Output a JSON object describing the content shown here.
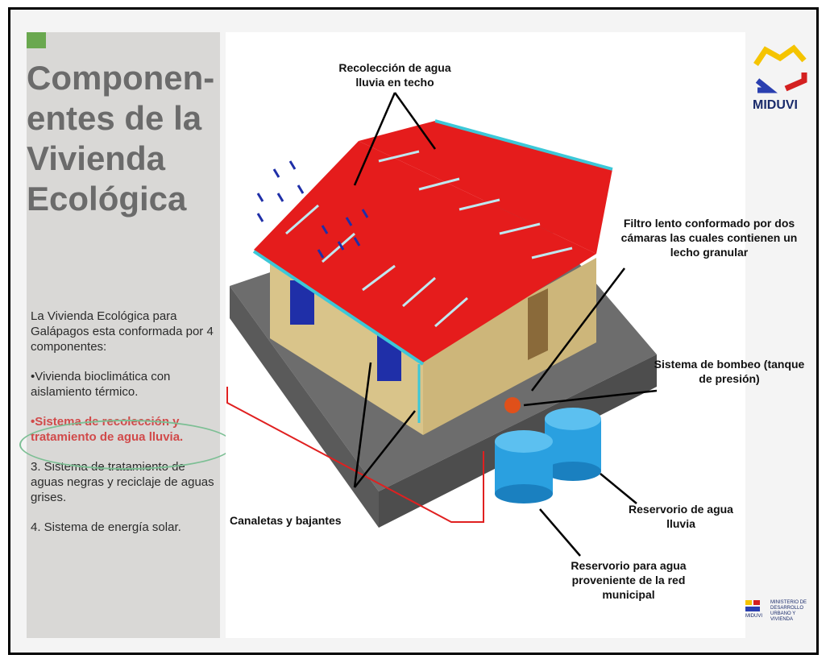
{
  "title_lines": [
    "Componen-",
    "entes de la",
    "Vivienda",
    "Ecológica"
  ],
  "intro": "La Vivienda Ecológica para Galápagos esta conformada por 4 componentes:",
  "items": [
    "•Vivienda bioclimática con aislamiento térmico.",
    "•Sistema de recolección y tratamiento de agua lluvia.",
    "3. Sistema de tratamiento de aguas negras y reciclaje de aguas grises.",
    "4. Sistema de energía solar."
  ],
  "diagram_labels": {
    "roof": "Recolección de agua lluvia en techo",
    "filter": "Filtro lento conformado por dos cámaras las cuales contienen un lecho granular",
    "pump": "Sistema de bombeo (tanque de presión)",
    "gutters": "Canaletas y bajantes",
    "rain_reservoir": "Reservorio de agua lluvia",
    "municipal_reservoir": "Reservorio para agua proveniente de la red municipal"
  },
  "logo": "MIDUVI",
  "footer_logo": "MINISTERIO DE DESARROLLO URBANO Y VIVIENDA",
  "footer_logo_short": "MIDUVI",
  "colors": {
    "roof": "#e51c1c",
    "walls": "#d9c48a",
    "tank": "#2aa0e0",
    "highlight": "#d14a4a",
    "ellipse": "#7cbf94"
  }
}
